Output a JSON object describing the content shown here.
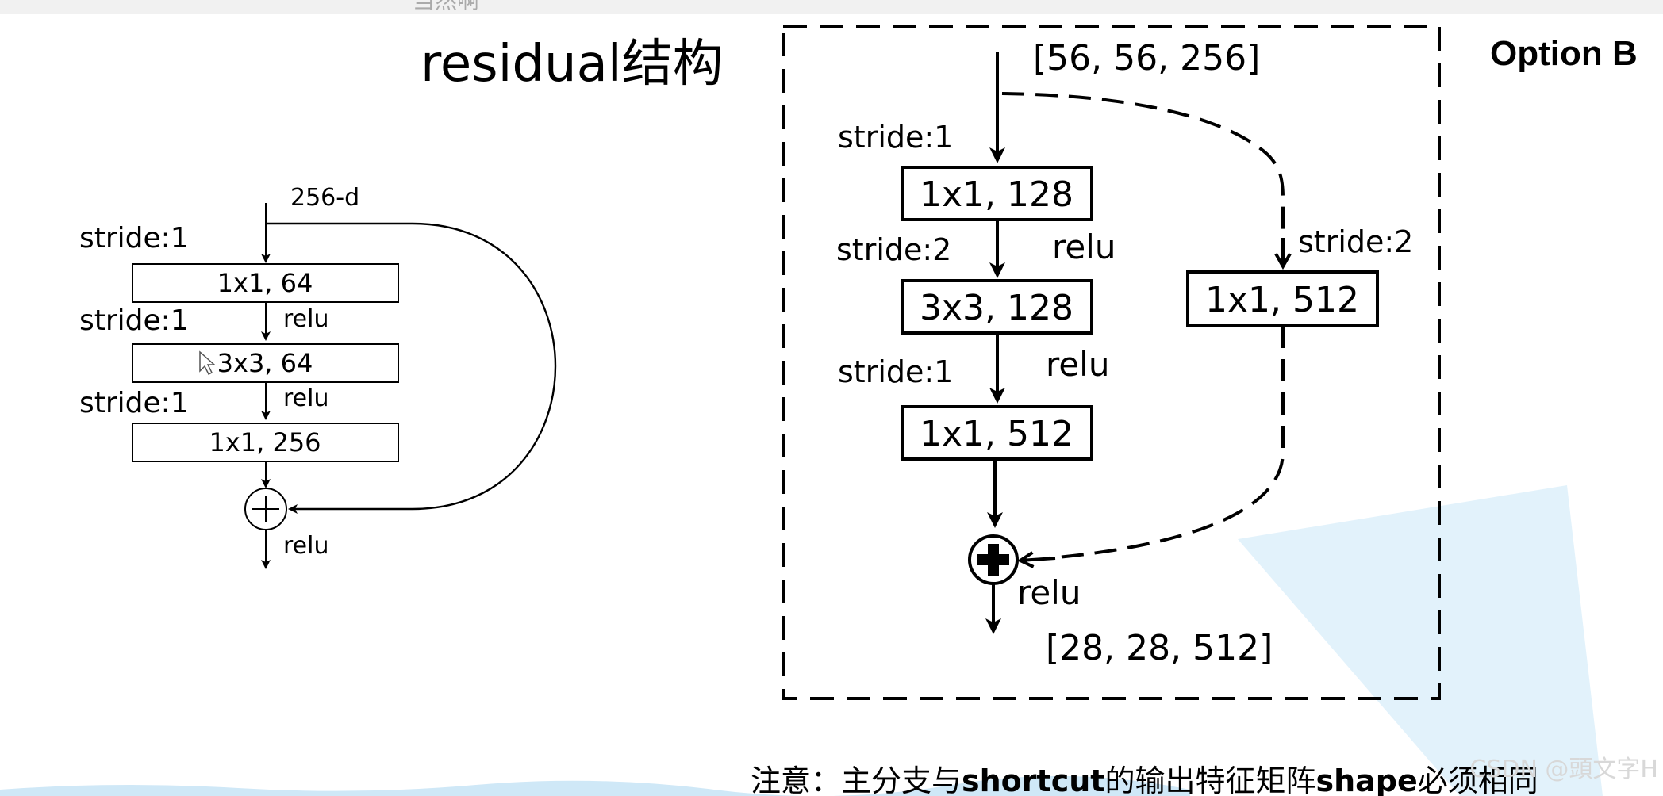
{
  "slide": {
    "top_text": "当然啊",
    "title": "residual结构",
    "option_label": "Option B",
    "note_prefix": "注意：主分支与",
    "note_bold1": "shortcut",
    "note_mid": "的输出特征矩阵",
    "note_bold2": "shape",
    "note_suffix": "必须相同",
    "watermark": "CSDN @頭文字H"
  },
  "left_block": {
    "input_label": "256-d",
    "strides": [
      "stride:1",
      "stride:1",
      "stride:1"
    ],
    "layers": [
      "1x1, 64",
      "3x3, 64",
      "1x1, 256"
    ],
    "activations": [
      "relu",
      "relu",
      "relu"
    ]
  },
  "right_block": {
    "input_shape": "[56, 56, 256]",
    "output_shape": "[28, 28, 512]",
    "strides": [
      "stride:1",
      "stride:2",
      "stride:1"
    ],
    "layers": [
      "1x1, 128",
      "3x3, 128",
      "1x1, 512"
    ],
    "activations": [
      "relu",
      "relu",
      "relu"
    ],
    "shortcut_stride": "stride:2",
    "shortcut_layer": "1x1, 512"
  },
  "colors": {
    "background": "#ffffff",
    "ink": "#000000",
    "accent_blue": "#dff1fb",
    "wave_blue": "#cfe8f7"
  }
}
